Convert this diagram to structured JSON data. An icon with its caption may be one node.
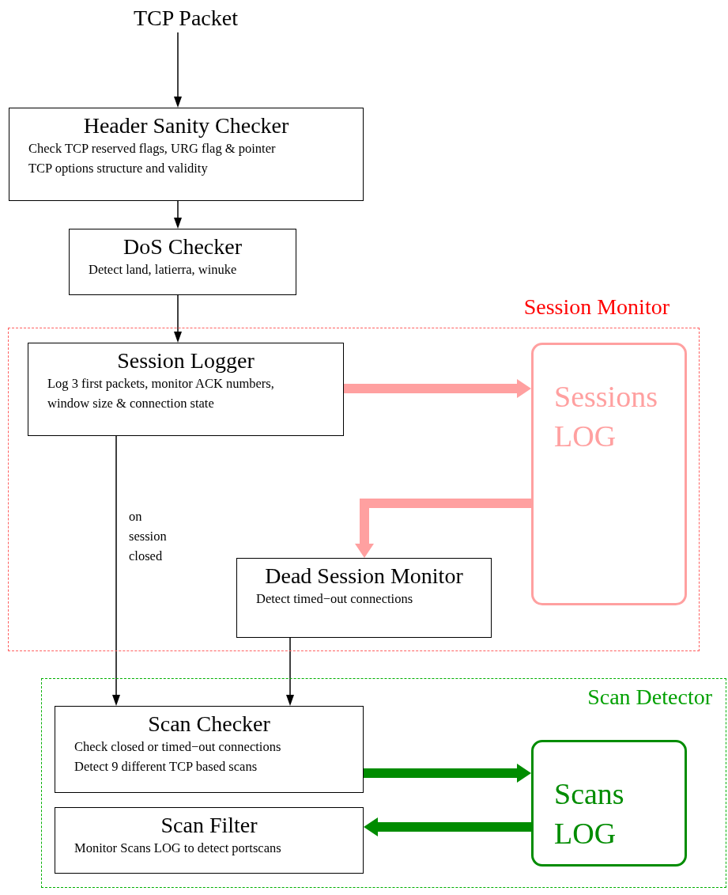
{
  "diagram": {
    "nodes": [
      {
        "text": [
          "TCP Packet"
        ]
      },
      {
        "text": [
          "Header Sanity Checker",
          "Check TCP reserved flags, URG flag & pointer",
          "TCP options structure and validity"
        ]
      },
      {
        "text": [
          "DoS Checker",
          "Detect land, latierra, winuke"
        ]
      },
      {
        "text": [
          "Session Monitor"
        ]
      },
      {
        "text": [
          "Session Logger",
          "Log 3 first packets, monitor ACK numbers, window size & connection state"
        ],
        "in": 3
      },
      {
        "text": [
          "Sessions LOG"
        ],
        "in": 3
      },
      {
        "text": [
          "Dead Session Monitor",
          "Detect timed−out connections"
        ],
        "in": 3
      },
      {
        "text": [
          "Scan Detector"
        ]
      },
      {
        "text": [
          "Scan Checker",
          "Check closed or timed−out connections",
          "Detect 9 different TCP based scans"
        ],
        "in": 7
      },
      {
        "text": [
          "Scan Filter",
          "Monitor Scans LOG to detect portscans"
        ],
        "in": 7
      },
      {
        "text": [
          "Scans LOG"
        ],
        "in": 7
      }
    ],
    "edges": [
      {
        "from": 0,
        "to": 1,
        "arrow": "to"
      },
      {
        "from": 1,
        "to": 2,
        "arrow": "to"
      },
      {
        "from": 2,
        "to": 4,
        "arrow": "to"
      },
      {
        "from": 4,
        "to": 5,
        "arrow": "to",
        "style": "thick",
        "color": "#ffa0a0"
      },
      {
        "from": 5,
        "to": 6,
        "arrow": "to",
        "style": "thick",
        "color": "#ffa0a0"
      },
      {
        "from": 4,
        "to": 8,
        "arrow": "to",
        "label": "on session closed"
      },
      {
        "from": 6,
        "to": 8,
        "arrow": "to"
      },
      {
        "from": 8,
        "to": 10,
        "arrow": "to",
        "style": "thick",
        "color": "#008c00"
      },
      {
        "from": 10,
        "to": 9,
        "arrow": "to",
        "style": "thick",
        "color": "#008c00"
      }
    ]
  }
}
